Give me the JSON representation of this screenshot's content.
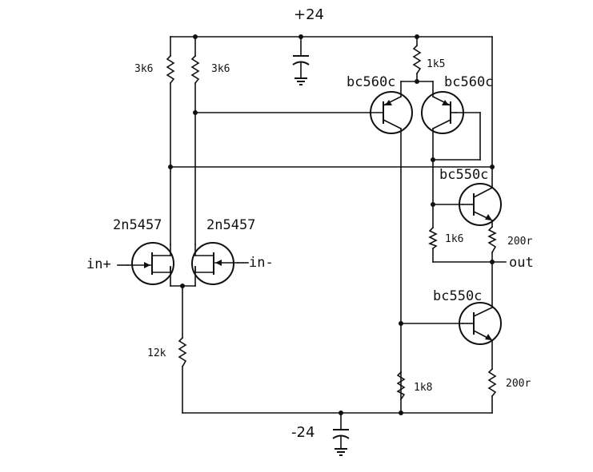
{
  "rails": {
    "positive": "+24",
    "negative": "-24"
  },
  "resistors": {
    "r_load_left": "3k6",
    "r_load_right": "3k6",
    "r_tail_pnp": "1k5",
    "r_tail_jfet": "12k",
    "r_bias": "1k6",
    "r_emitter_top": "200r",
    "r_current_sink": "1k8",
    "r_emitter_bottom": "200r"
  },
  "transistors": {
    "jfet_left": "2n5457",
    "jfet_right": "2n5457",
    "pnp_left": "bc560c",
    "pnp_right": "bc560c",
    "npn_output": "bc550c",
    "npn_sink": "bc550c"
  },
  "terminals": {
    "in_plus": "in+",
    "in_minus": "in-",
    "out": "out"
  }
}
